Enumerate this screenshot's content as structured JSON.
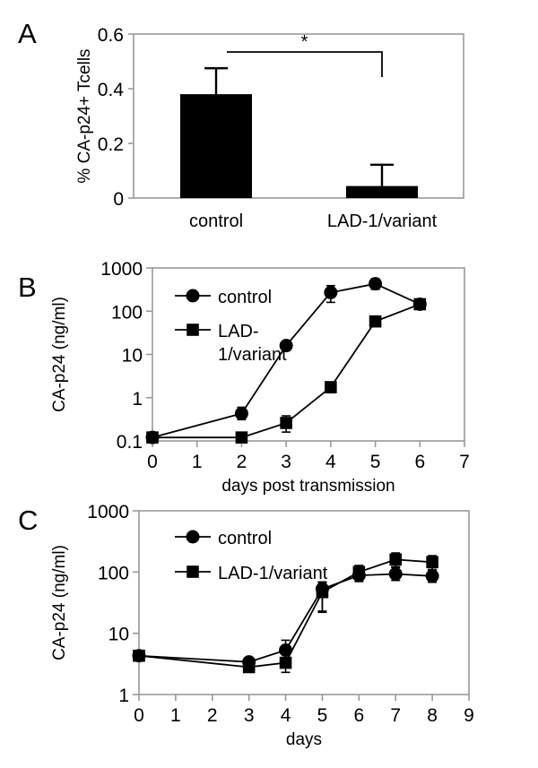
{
  "figure": {
    "panel_letters": [
      "A",
      "B",
      "C"
    ]
  },
  "chart_data": [
    {
      "panel": "A",
      "type": "bar",
      "title": "",
      "xlabel": "",
      "ylabel": "% CA-p24+ Tcells",
      "categories": [
        "control",
        "LAD-1/variant"
      ],
      "values": [
        0.38,
        0.044
      ],
      "errors": [
        0.095,
        0.078
      ],
      "yticks": [
        "0",
        "0.2",
        "0.4",
        "0.6"
      ],
      "ytickvals": [
        0,
        0.2,
        0.4,
        0.6
      ],
      "ylim": [
        0,
        0.6
      ],
      "grid": false,
      "legend": "none",
      "annotations": [
        {
          "name": "significance-bracket",
          "text": "*",
          "from": "control",
          "to": "LAD-1/variant"
        }
      ],
      "bar_color": "#000000"
    },
    {
      "panel": "B",
      "type": "line",
      "title": "",
      "xlabel": "days post transmission",
      "ylabel": "CA-p24 (ng/ml)",
      "xticks": [
        "0",
        "1",
        "2",
        "3",
        "4",
        "5",
        "6",
        "7"
      ],
      "xtickvals": [
        0,
        1,
        2,
        3,
        4,
        5,
        6,
        7
      ],
      "yticks": [
        "0.1",
        "1",
        "10",
        "100",
        "1000"
      ],
      "ytickvals": [
        0.1,
        1,
        10,
        100,
        1000
      ],
      "yscale": "log",
      "ylim": [
        0.1,
        1000
      ],
      "xlim": [
        0,
        7
      ],
      "grid": false,
      "legend_position": "top-left",
      "series": [
        {
          "name": "control",
          "marker": "circle",
          "x": [
            0,
            2,
            3,
            4,
            5,
            6
          ],
          "values": [
            0.12,
            0.43,
            16,
            270,
            430,
            145
          ],
          "errors_low": [
            0,
            0.12,
            0,
            110,
            110,
            25
          ],
          "errors_high": [
            0,
            0.17,
            0,
            120,
            130,
            30
          ]
        },
        {
          "name": "LAD-1/variant",
          "marker": "square",
          "x": [
            0,
            2,
            3,
            4,
            5,
            6
          ],
          "values": [
            0.12,
            0.12,
            0.26,
            1.75,
            58,
            145
          ],
          "errors_low": [
            0,
            0.025,
            0.1,
            0.45,
            0,
            0
          ],
          "errors_high": [
            0,
            0.03,
            0.12,
            0.45,
            0,
            0
          ]
        }
      ]
    },
    {
      "panel": "C",
      "type": "line",
      "title": "",
      "xlabel": "days",
      "ylabel": "CA-p24 (ng/ml)",
      "xticks": [
        "0",
        "1",
        "2",
        "3",
        "4",
        "5",
        "6",
        "7",
        "8",
        "9"
      ],
      "xtickvals": [
        0,
        1,
        2,
        3,
        4,
        5,
        6,
        7,
        8,
        9
      ],
      "yticks": [
        "1",
        "10",
        "100",
        "1000"
      ],
      "ytickvals": [
        1,
        10,
        100,
        1000
      ],
      "yscale": "log",
      "ylim": [
        1,
        1000
      ],
      "xlim": [
        0,
        9
      ],
      "grid": false,
      "legend_position": "top-left",
      "series": [
        {
          "name": "control",
          "marker": "circle",
          "x": [
            0,
            3,
            4,
            5,
            6,
            7,
            8
          ],
          "values": [
            4.3,
            3.4,
            5.3,
            53,
            88,
            93,
            86
          ],
          "errors_low": [
            0,
            0.4,
            1.5,
            30,
            18,
            20,
            18
          ],
          "errors_high": [
            0,
            0.5,
            2.4,
            16,
            25,
            25,
            22
          ]
        },
        {
          "name": "LAD-1/variant",
          "marker": "square",
          "x": [
            0,
            3,
            4,
            5,
            6,
            7,
            8
          ],
          "values": [
            4.3,
            2.8,
            3.3,
            47,
            100,
            160,
            145
          ],
          "errors_low": [
            0,
            0.3,
            1.0,
            25,
            22,
            38,
            35
          ],
          "errors_high": [
            0,
            0.4,
            1.2,
            20,
            28,
            45,
            40
          ]
        }
      ]
    }
  ]
}
